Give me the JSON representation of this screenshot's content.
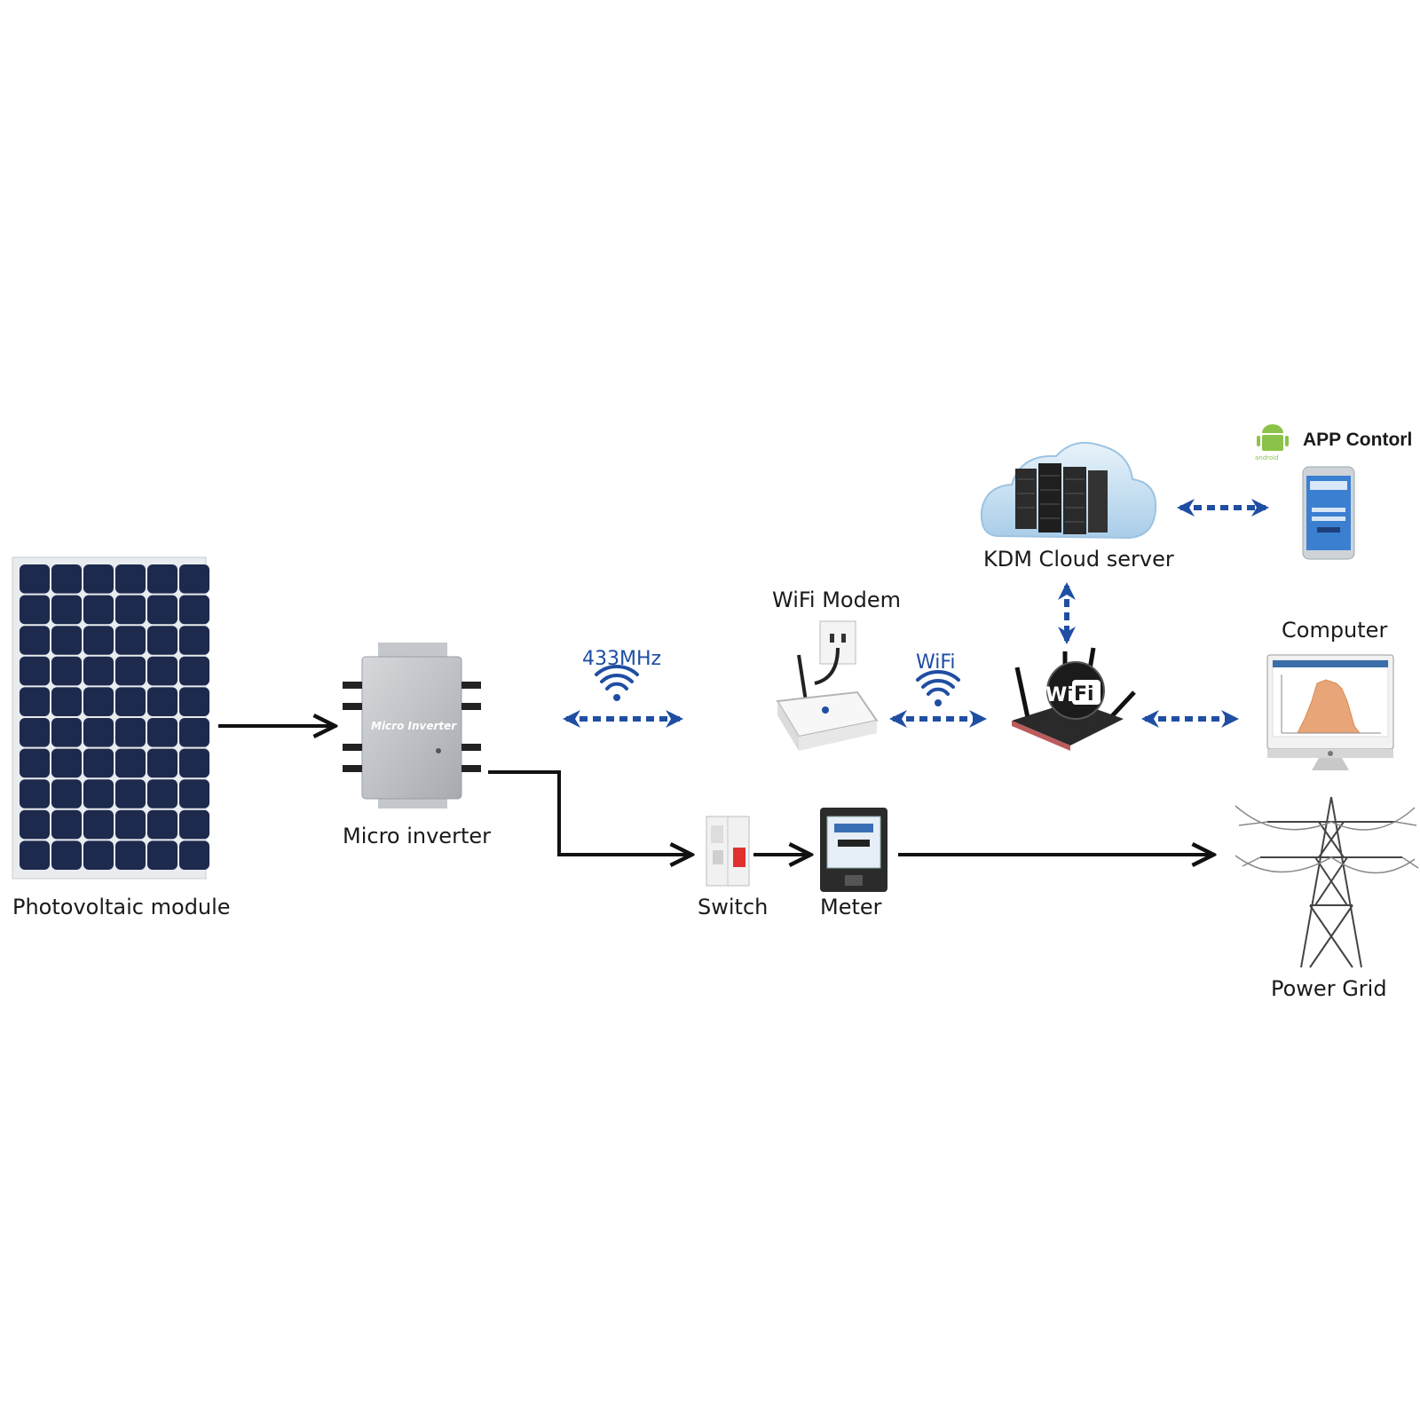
{
  "nodes": {
    "pv_module": "Photovoltaic module",
    "micro_inverter": "Micro inverter",
    "switch": "Switch",
    "meter": "Meter",
    "power_grid": "Power Grid",
    "wifi_modem": "WiFi Modem",
    "cloud_server": "KDM Cloud server",
    "computer": "Computer",
    "app_control": "APP  Contorl"
  },
  "links": {
    "rf": "433MHz",
    "wifi": "WiFi"
  },
  "device_text": {
    "inverter_brand": "Micro Inverter",
    "android_brand": "android",
    "router_logo_wi": "Wi",
    "router_logo_fi": "Fi"
  },
  "colors": {
    "power_arrow": "#111111",
    "data_arrow": "#1f4ea3",
    "panel_cell": "#1d2a4d",
    "inverter_body": "#b9bcc0"
  }
}
